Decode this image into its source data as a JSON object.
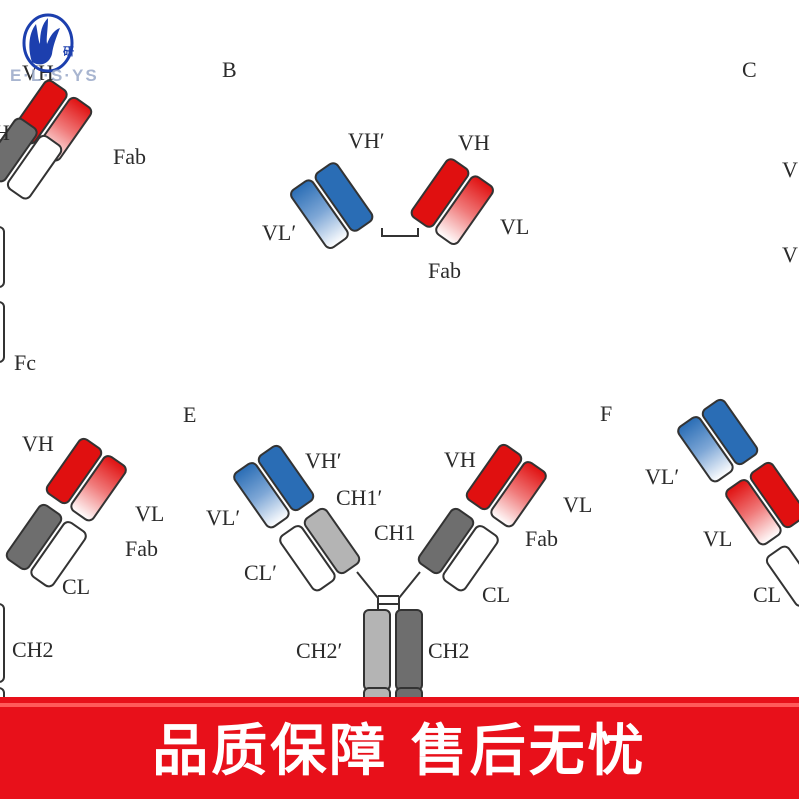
{
  "brand": {
    "logo_glyph": "研",
    "watermark_text": "E·L·S·YS"
  },
  "banner": {
    "text": "品质保障 售后无忧",
    "color": "#e8101a"
  },
  "panels": {
    "A": {
      "labels": {
        "vh": "VH",
        "h_partial": "H",
        "fab": "Fab",
        "fc": "Fc"
      }
    },
    "B": {
      "letter": "B",
      "labels": {
        "vh_prime": "VH′",
        "vh": "VH",
        "vl_prime": "VL′",
        "vl": "VL",
        "fab": "Fab"
      }
    },
    "C": {
      "letter": "C",
      "labels": {
        "v1": "V",
        "v2": "V"
      }
    },
    "D": {
      "labels": {
        "vh": "VH",
        "vl": "VL",
        "fab": "Fab",
        "cl": "CL",
        "ch2": "CH2"
      }
    },
    "E": {
      "letter": "E",
      "labels": {
        "vh_prime": "VH′",
        "vl_prime": "VL′",
        "ch1_prime": "CH1′",
        "cl_prime": "CL′",
        "vh": "VH",
        "vl": "VL",
        "ch1": "CH1",
        "fab": "Fab",
        "cl": "CL",
        "ch2_prime": "CH2′",
        "ch2": "CH2"
      }
    },
    "F": {
      "letter": "F",
      "labels": {
        "vl_prime": "VL′",
        "vl": "VL",
        "cl": "CL"
      }
    }
  },
  "colors": {
    "red": "#e01010",
    "blue": "#2a6db5",
    "dark_gray": "#6e6e6e",
    "light_gray": "#b4b4b4"
  }
}
